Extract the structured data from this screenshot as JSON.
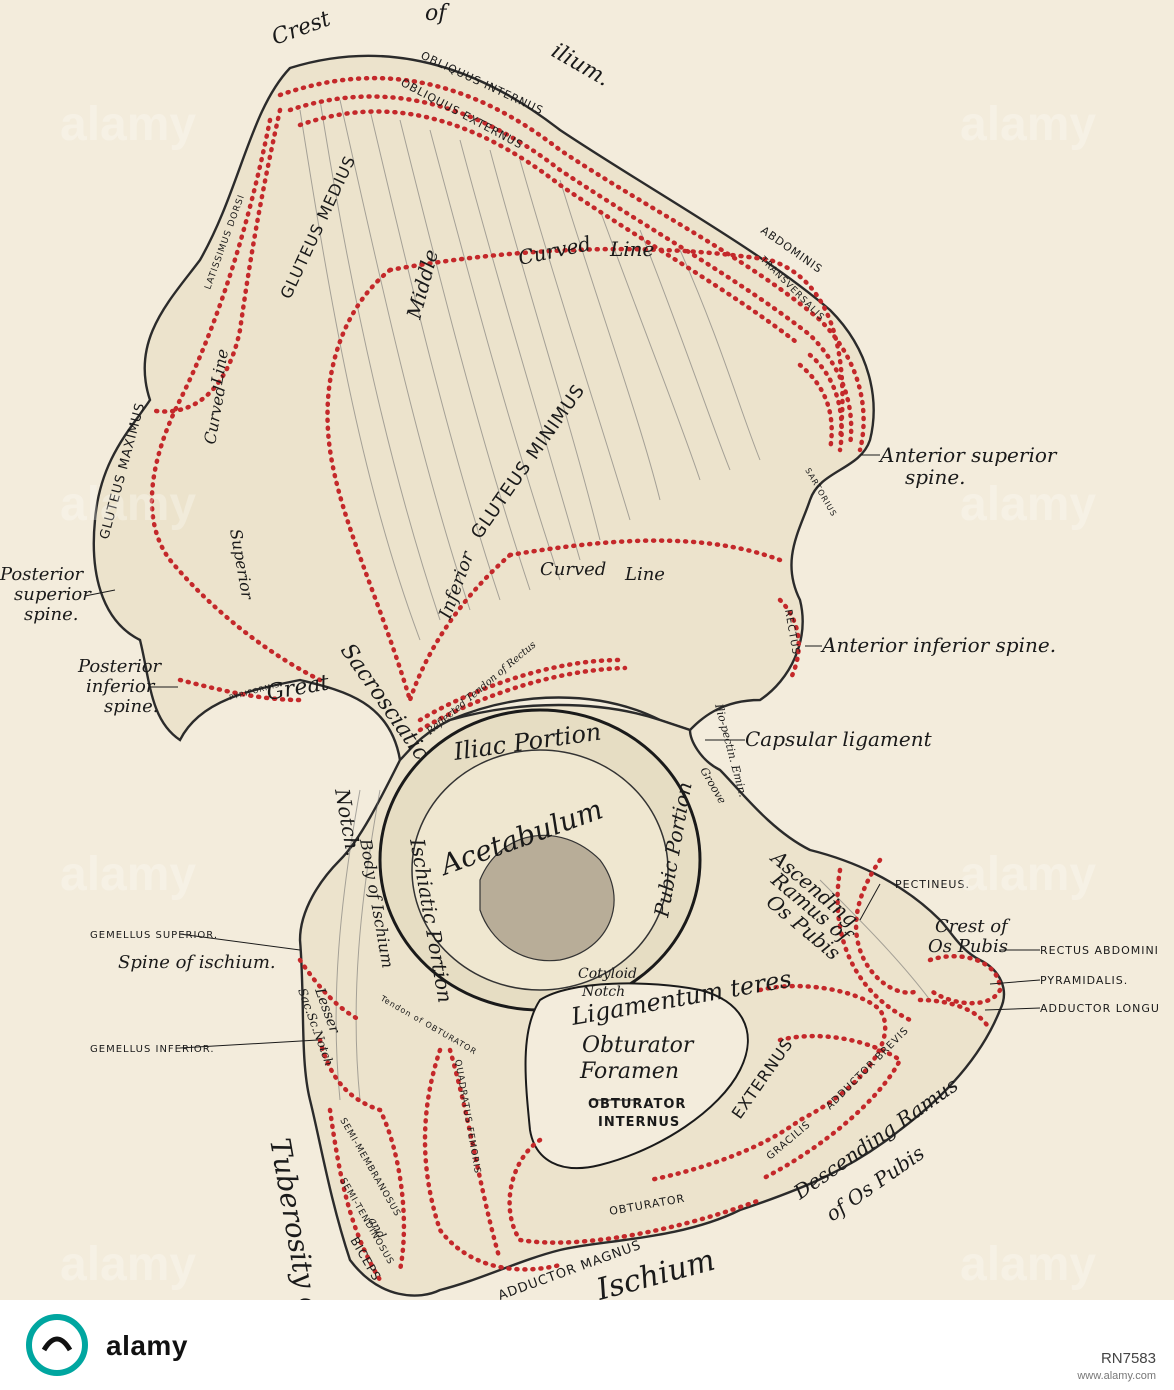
{
  "labels": {
    "crest_of_ilium": [
      "Crest",
      "of",
      "ilium."
    ],
    "middle_curved_line": [
      "Middle",
      "Curved",
      "Line"
    ],
    "superior_curved_line": [
      "Superior",
      "Curved",
      "Line"
    ],
    "inferior_curved_line": [
      "Inferior",
      "Curved",
      "Line"
    ],
    "great_sacrosciatic_notch": [
      "Great",
      "Sacrosciatic",
      "Notch."
    ],
    "iliac_portion": "Iliac Portion",
    "acetabulum": "Acetabulum",
    "pubic_portion": "Pubic Portion",
    "ischiatic_portion": "Ischiatic Portion",
    "body_of_ischium": "Body of Ischium",
    "cotyloid_notch": [
      "Cotyloid",
      "Notch"
    ],
    "ligamentum_teres": "Ligamentum teres",
    "obturator_foramen": [
      "Obturator",
      "Foramen"
    ],
    "ascending_ramus": [
      "Ascending",
      "Ramus of",
      "Os Pubis"
    ],
    "descending_ramus": [
      "Descending Ramus",
      "of Os Pubis"
    ],
    "tuberosity": "Tuberosity of",
    "ischium": "Ischium",
    "crest_of_os_pubis": [
      "Crest of",
      "Os Pubis"
    ],
    "lesser_sacrosciatic_notch": [
      "Lesser",
      "Sac.Sc.Notch"
    ],
    "iliopectineal": [
      "Ilio-pectin. Emin.",
      "Groove"
    ],
    "anterior_superior_spine": [
      "Anterior superior",
      "spine."
    ],
    "anterior_inferior_spine": "Anterior inferior spine.",
    "posterior_superior_spine": [
      "Posterior",
      "superior",
      "spine."
    ],
    "posterior_inferior_spine": [
      "Posterior",
      "inferior",
      "spine."
    ],
    "capsular_ligament": "Capsular ligament",
    "spine_of_ischium": "Spine of ischium.",
    "reflected_tendon": "Reflected Tendon of Rectus"
  },
  "muscles": {
    "latissimus_dorsi": "LATISSIMUS DORSI",
    "obliquus_internus": "OBLIQUUS INTERNUS",
    "obliquus_externus": "OBLIQUUS EXTERNUS",
    "abdominis": "ABDOMINIS",
    "transversalis": "TRANSVERSALIS",
    "gluteus_medius": "GLUTEUS MEDIUS",
    "gluteus_minimus": "GLUTEUS MINIMUS",
    "gluteus_maximus": "GLUTEUS MAXIMUS",
    "sartorius": "SARTORIUS",
    "rectus": "RECTUS",
    "pyriformis": "PYRIFORMIS",
    "pectineus": "PECTINEUS.",
    "rectus_abdominis": "RECTUS ABDOMINI",
    "pyramidalis": "PYRAMIDALIS.",
    "adductor_longus": "ADDUCTOR LONGU",
    "gemellus_superior": "GEMELLUS SUPERIOR.",
    "gemellus_inferior": "GEMELLUS INFERIOR.",
    "obturator_internus": [
      "OBTURATOR",
      "INTERNUS"
    ],
    "obturator_externus": "EXTERNUS",
    "obturator": "OBTURATOR",
    "adductor_brevis": "ADDUCTOR BREVIS",
    "gracilis": "GRACILIS",
    "adductor_magnus": "ADDUCTOR MAGNUS",
    "semimembranosus": "SEMI-MEMBRANOSUS",
    "semitendinosus": "SEMI-TENDINOSUS",
    "and": "and",
    "biceps": "BICEPS",
    "quadratus_femoris": "QUADRATUS FEMORIS",
    "tendon_of_obturator": "Tendon of OBTURATOR"
  },
  "watermark": "alamy",
  "footer": {
    "brand": "alamy",
    "stock_id": "RN7583",
    "site": "www.alamy.com"
  },
  "colors": {
    "muscle_outline": "#c4282a",
    "paper": "#f3ecdc"
  }
}
